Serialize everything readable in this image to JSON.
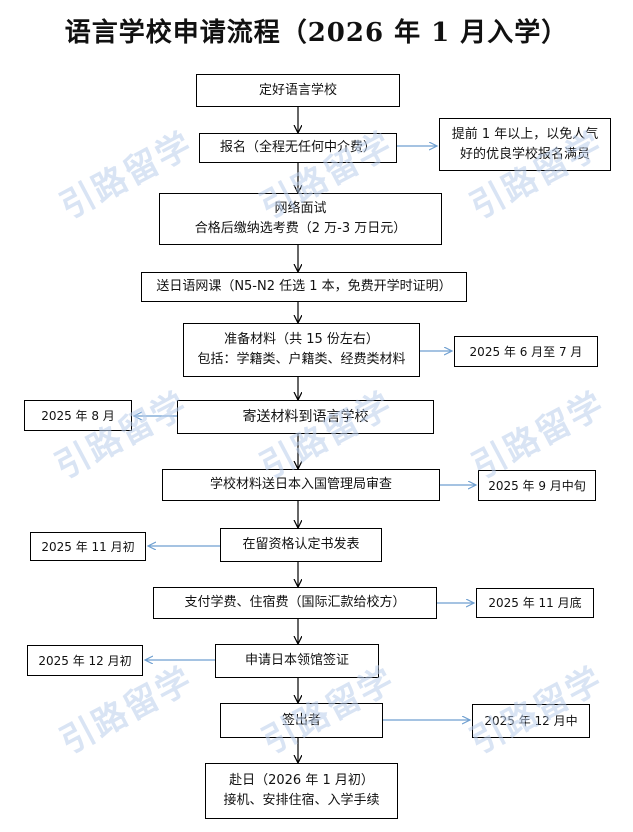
{
  "title": "语言学校申请流程（2026 年 1 月入学）",
  "watermark": "引路留学",
  "steps": [
    {
      "id": "s1",
      "lines": [
        "定好语言学校"
      ]
    },
    {
      "id": "s2",
      "lines": [
        "报名（全程无任何中介费）"
      ]
    },
    {
      "id": "s3",
      "lines": [
        "网络面试",
        "合格后缴纳选考费（2 万-3 万日元）"
      ]
    },
    {
      "id": "s4",
      "lines": [
        "送日语网课（N5-N2 任选 1 本，免费开学时证明）"
      ]
    },
    {
      "id": "s5",
      "lines": [
        "准备材料（共 15 份左右）",
        "包括：学籍类、户籍类、经费类材料"
      ]
    },
    {
      "id": "s6",
      "lines": [
        "寄送材料到语言学校"
      ]
    },
    {
      "id": "s7",
      "lines": [
        "学校材料送日本入国管理局审查"
      ]
    },
    {
      "id": "s8",
      "lines": [
        "在留资格认定书发表"
      ]
    },
    {
      "id": "s9",
      "lines": [
        "支付学费、住宿费（国际汇款给校方）"
      ]
    },
    {
      "id": "s10",
      "lines": [
        "申请日本领馆签证"
      ]
    },
    {
      "id": "s11",
      "lines": [
        "签出者"
      ]
    },
    {
      "id": "s12",
      "lines": [
        "赴日（2026 年 1 月初）",
        "接机、安排住宿、入学手续"
      ]
    }
  ],
  "notes": [
    {
      "id": "n1",
      "lines": [
        "提前 1 年以上，以免人气",
        "好的优良学校报名满员"
      ]
    },
    {
      "id": "n2",
      "lines": [
        "2025 年 6 月至 7 月"
      ]
    },
    {
      "id": "n3",
      "lines": [
        "2025 年 8 月"
      ]
    },
    {
      "id": "n4",
      "lines": [
        "2025 年 9 月中旬"
      ]
    },
    {
      "id": "n5",
      "lines": [
        "2025 年 11 月初"
      ]
    },
    {
      "id": "n6",
      "lines": [
        "2025 年 11 月底"
      ]
    },
    {
      "id": "n7",
      "lines": [
        "2025 年 12 月初"
      ]
    },
    {
      "id": "n8",
      "lines": [
        "2025 年 12 月中"
      ]
    }
  ],
  "colors": {
    "border": "#000000",
    "flow_arrow": "#000000",
    "note_arrow": "#6f9fd0",
    "watermark": "#b9cdeb"
  }
}
